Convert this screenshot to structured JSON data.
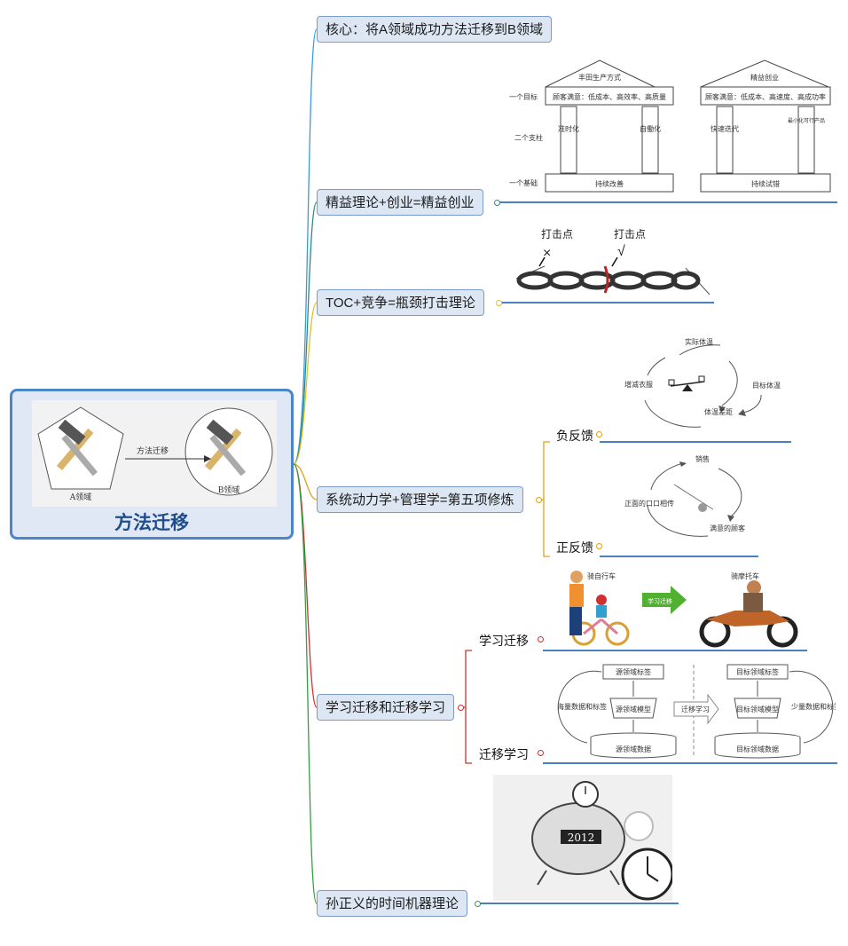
{
  "central": {
    "title": "方法迁移",
    "image": {
      "edge_label": "方法迁移",
      "a_label": "A领域",
      "b_label": "B领域"
    }
  },
  "topics": [
    {
      "label": "核心：将A领域成功方法迁移到B领域",
      "color": "#3a9ad9"
    },
    {
      "label": "精益理论+创业=精益创业",
      "color": "#2a8a8a"
    },
    {
      "label": "TOC+竞争=瓶颈打击理论",
      "color": "#e0c020"
    },
    {
      "label": "系统动力学+管理学=第五项修炼",
      "color": "#e0a020"
    },
    {
      "label": "学习迁移和迁移学习",
      "color": "#d03030"
    },
    {
      "label": "孙正义的时间机器理论",
      "color": "#30a040"
    }
  ],
  "subtopics": {
    "negative_feedback": "负反馈",
    "positive_feedback": "正反馈",
    "learning_transfer": "学习迁移",
    "transfer_learning": "迁移学习"
  },
  "lean": {
    "left_title": "丰田生产方式",
    "right_title": "精益创业",
    "row_labels": [
      "一个目标",
      "二个支柱",
      "一个基础"
    ],
    "left_goal": "顾客满意：低成本、高效率、高质量",
    "right_goal": "顾客满意：低成本、高速度、高成功率",
    "left_pillars": [
      "准时化",
      "自働化"
    ],
    "right_pillars": [
      "快速迭代",
      "最小化可行产品"
    ],
    "left_base": "持续改善",
    "right_base": "持续试错"
  },
  "toc": {
    "point_x": "打击点",
    "point_check": "打击点",
    "mark_x": "×",
    "mark_check": "√"
  },
  "neg_loop": {
    "top": "实际体温",
    "left": "增减衣服",
    "bottom": "体温差距",
    "right": "目标体温"
  },
  "pos_loop": {
    "top": "销售",
    "left": "正面的口口相传",
    "bottom": "满意的顾客"
  },
  "learn": {
    "left": "骑自行车",
    "arrow": "学习迁移",
    "right": "骑摩托车"
  },
  "tl": {
    "src_label": "源领域标签",
    "src_model": "源领域模型",
    "src_data": "源领域数据",
    "src_side": "海量数据和标签",
    "mid": "迁移学习",
    "tgt_label": "目标领域标签",
    "tgt_model": "目标领域模型",
    "tgt_data": "目标领域数据",
    "tgt_side": "少量数据和标签"
  },
  "clock": {
    "counter": "2012"
  }
}
